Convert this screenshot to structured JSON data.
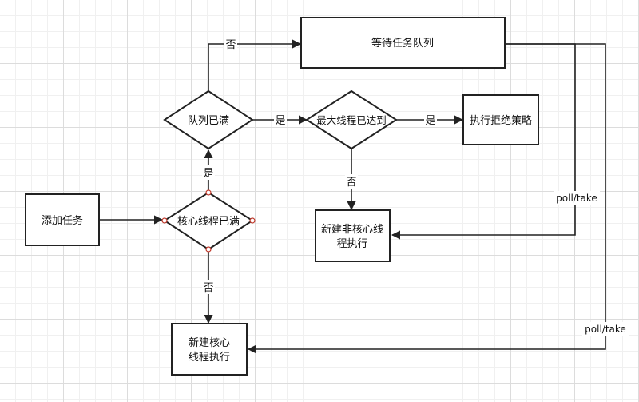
{
  "nodes": {
    "add_task": "添加任务",
    "core_full": "核心线程已满",
    "queue_full": "队列已满",
    "max_reached": "最大线程已达到",
    "reject": "执行拒绝策略",
    "wait_queue": "等待任务队列",
    "new_noncore_line1": "新建非核心线",
    "new_noncore_line2": "程执行",
    "new_core_line1": "新建核心",
    "new_core_line2": "线程执行"
  },
  "edge_labels": {
    "yes_core_to_queue": "是",
    "no_core_to_new_core": "否",
    "no_queue_to_wait": "否",
    "yes_queue_to_max": "是",
    "yes_max_to_reject": "是",
    "no_max_to_noncore": "否",
    "poll_take_1": "poll/take",
    "poll_take_2": "poll/take"
  },
  "colors": {
    "stroke": "#222222",
    "handle": "#c0392b",
    "grid": "#dcdcdc"
  }
}
